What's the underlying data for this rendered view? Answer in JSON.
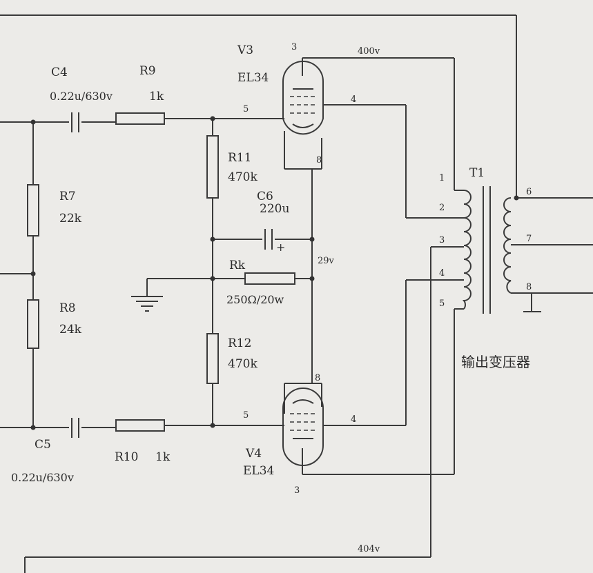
{
  "tubes": {
    "v3": {
      "ref": "V3",
      "type": "EL34",
      "pin_top": "3",
      "pin_grid": "5",
      "pin_screen": "4",
      "pin_cathode": "8"
    },
    "v4": {
      "ref": "V4",
      "type": "EL34",
      "pin_bottom": "3",
      "pin_grid": "5",
      "pin_screen": "4",
      "pin_cathode": "8"
    }
  },
  "capacitors": {
    "c4": {
      "ref": "C4",
      "value": "0.22u/630v"
    },
    "c5": {
      "ref": "C5",
      "value": "0.22u/630v"
    },
    "c6": {
      "ref": "C6",
      "value": "220u",
      "polarity": "+"
    }
  },
  "resistors": {
    "r9": {
      "ref": "R9",
      "value": "1k"
    },
    "r10": {
      "ref": "R10",
      "value": "1k"
    },
    "r7": {
      "ref": "R7",
      "value": "22k"
    },
    "r8": {
      "ref": "R8",
      "value": "24k"
    },
    "r11": {
      "ref": "R11",
      "value": "470k"
    },
    "r12": {
      "ref": "R12",
      "value": "470k"
    },
    "rk": {
      "ref": "Rk",
      "value": "250Ω/20w"
    }
  },
  "voltages": {
    "top": "400v",
    "cathode": "29v",
    "bottom": "404v"
  },
  "transformer": {
    "ref": "T1",
    "primary_pins": [
      "1",
      "2",
      "3",
      "4",
      "5"
    ],
    "secondary_pins": [
      "6",
      "7",
      "8"
    ],
    "caption": "输出变压器"
  }
}
